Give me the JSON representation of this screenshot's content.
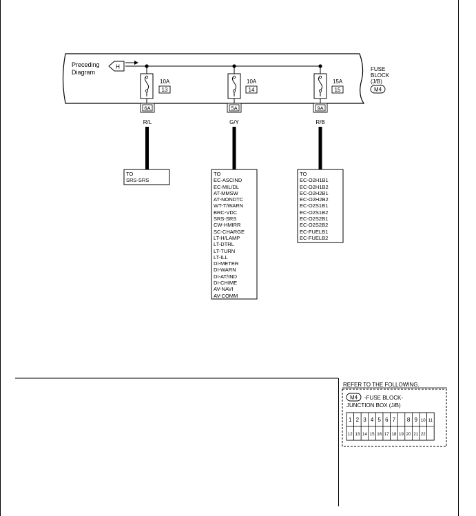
{
  "preceding": {
    "line1": "Preceding",
    "line2": "Diagram",
    "connector": "H"
  },
  "fuse_block": {
    "line1": "FUSE",
    "line2": "BLOCK",
    "line3": "(J/B)",
    "connector": "M4"
  },
  "fuses": [
    {
      "amp": "10A",
      "number": "13",
      "terminal": "6A",
      "wire": "R/L"
    },
    {
      "amp": "10A",
      "number": "14",
      "terminal": "5A",
      "wire": "G/Y"
    },
    {
      "amp": "15A",
      "number": "15",
      "terminal": "9A",
      "wire": "R/B"
    }
  ],
  "destinations": [
    {
      "header": "TO",
      "items": [
        "SRS-SRS"
      ]
    },
    {
      "header": "TO",
      "items": [
        "EC-ASCIND",
        "EC-MIL/DL",
        "AT-MMSW",
        "AT-NONDTC",
        "WT-T/WARN",
        "BRC-VDC",
        "SRS-SRS",
        "CW-HMIRR",
        "SC-CHARGE",
        "LT-H/LAMP",
        "LT-DTRL",
        "LT-TURN",
        "LT-ILL",
        "DI-METER",
        "DI-WARN",
        "DI-AT/IND",
        "DI-CHIME",
        "AV-NAVI",
        "AV-COMM"
      ]
    },
    {
      "header": "TO",
      "items": [
        "EC-O2H1B1",
        "EC-O2H1B2",
        "EC-O2H2B1",
        "EC-O2H2B2",
        "EC-O2S1B1",
        "EC-O2S1B2",
        "EC-O2S2B1",
        "EC-O2S2B2",
        "EC-FUELB1",
        "EC-FUELB2"
      ]
    }
  ],
  "reference": {
    "title": "REFER TO THE FOLLOWING.",
    "connector": "M4",
    "desc_line1": "-FUSE BLOCK-",
    "desc_line2": "JUNCTION BOX (J/B)",
    "row1": [
      "1",
      "2",
      "3",
      "4",
      "5",
      "6",
      "7",
      "",
      "8",
      "9",
      "10",
      "11"
    ],
    "row2": [
      "12",
      "13",
      "14",
      "15",
      "16",
      "17",
      "18",
      "19",
      "20",
      "21",
      "22"
    ]
  }
}
